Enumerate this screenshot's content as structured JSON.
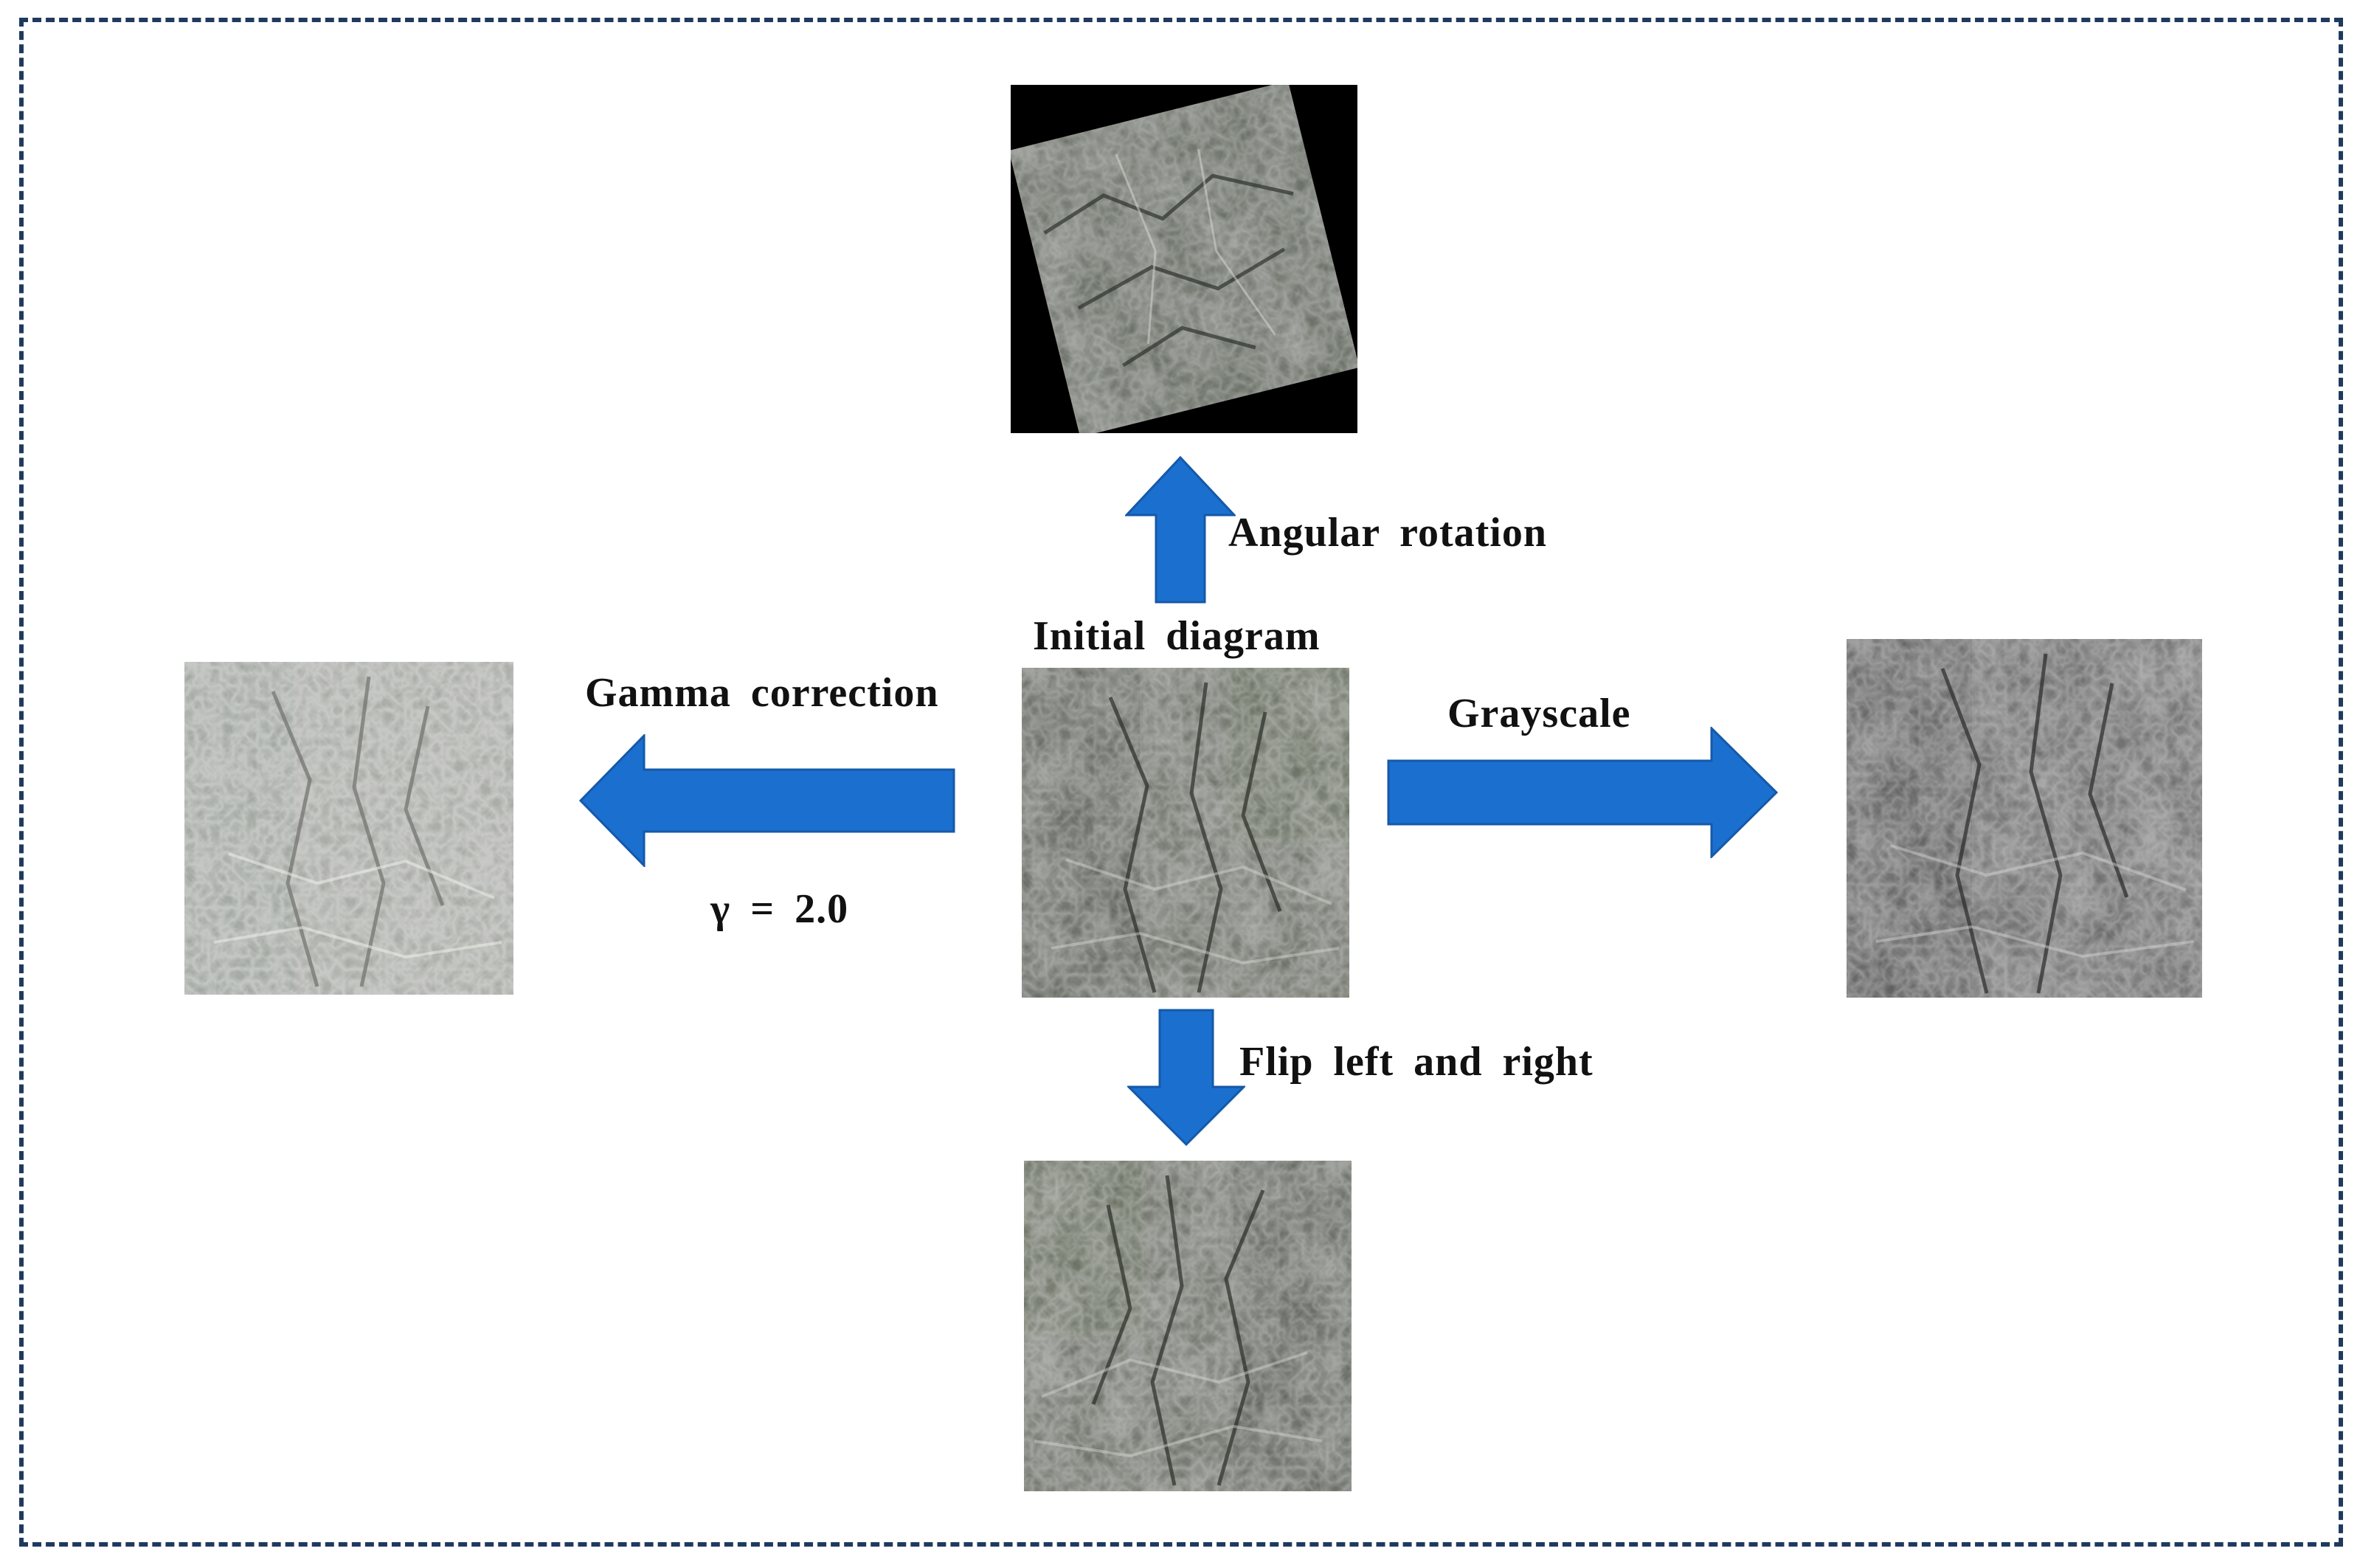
{
  "colors": {
    "border": "#1f3a5f",
    "arrow": "#1b6fcf",
    "arrow_edge": "#1559a8",
    "text": "#111111"
  },
  "labels": {
    "center": "Initial diagram",
    "top": "Angular rotation",
    "left": "Gamma correction",
    "left_param": "γ = 2.0",
    "right": "Grayscale",
    "bottom": "Flip left and right"
  },
  "images": {
    "initial": "rock-image-original",
    "rotated": "rock-image-rotated",
    "gamma": "rock-image-gamma-corrected",
    "grayscale": "rock-image-grayscale",
    "flipped": "rock-image-flipped"
  }
}
